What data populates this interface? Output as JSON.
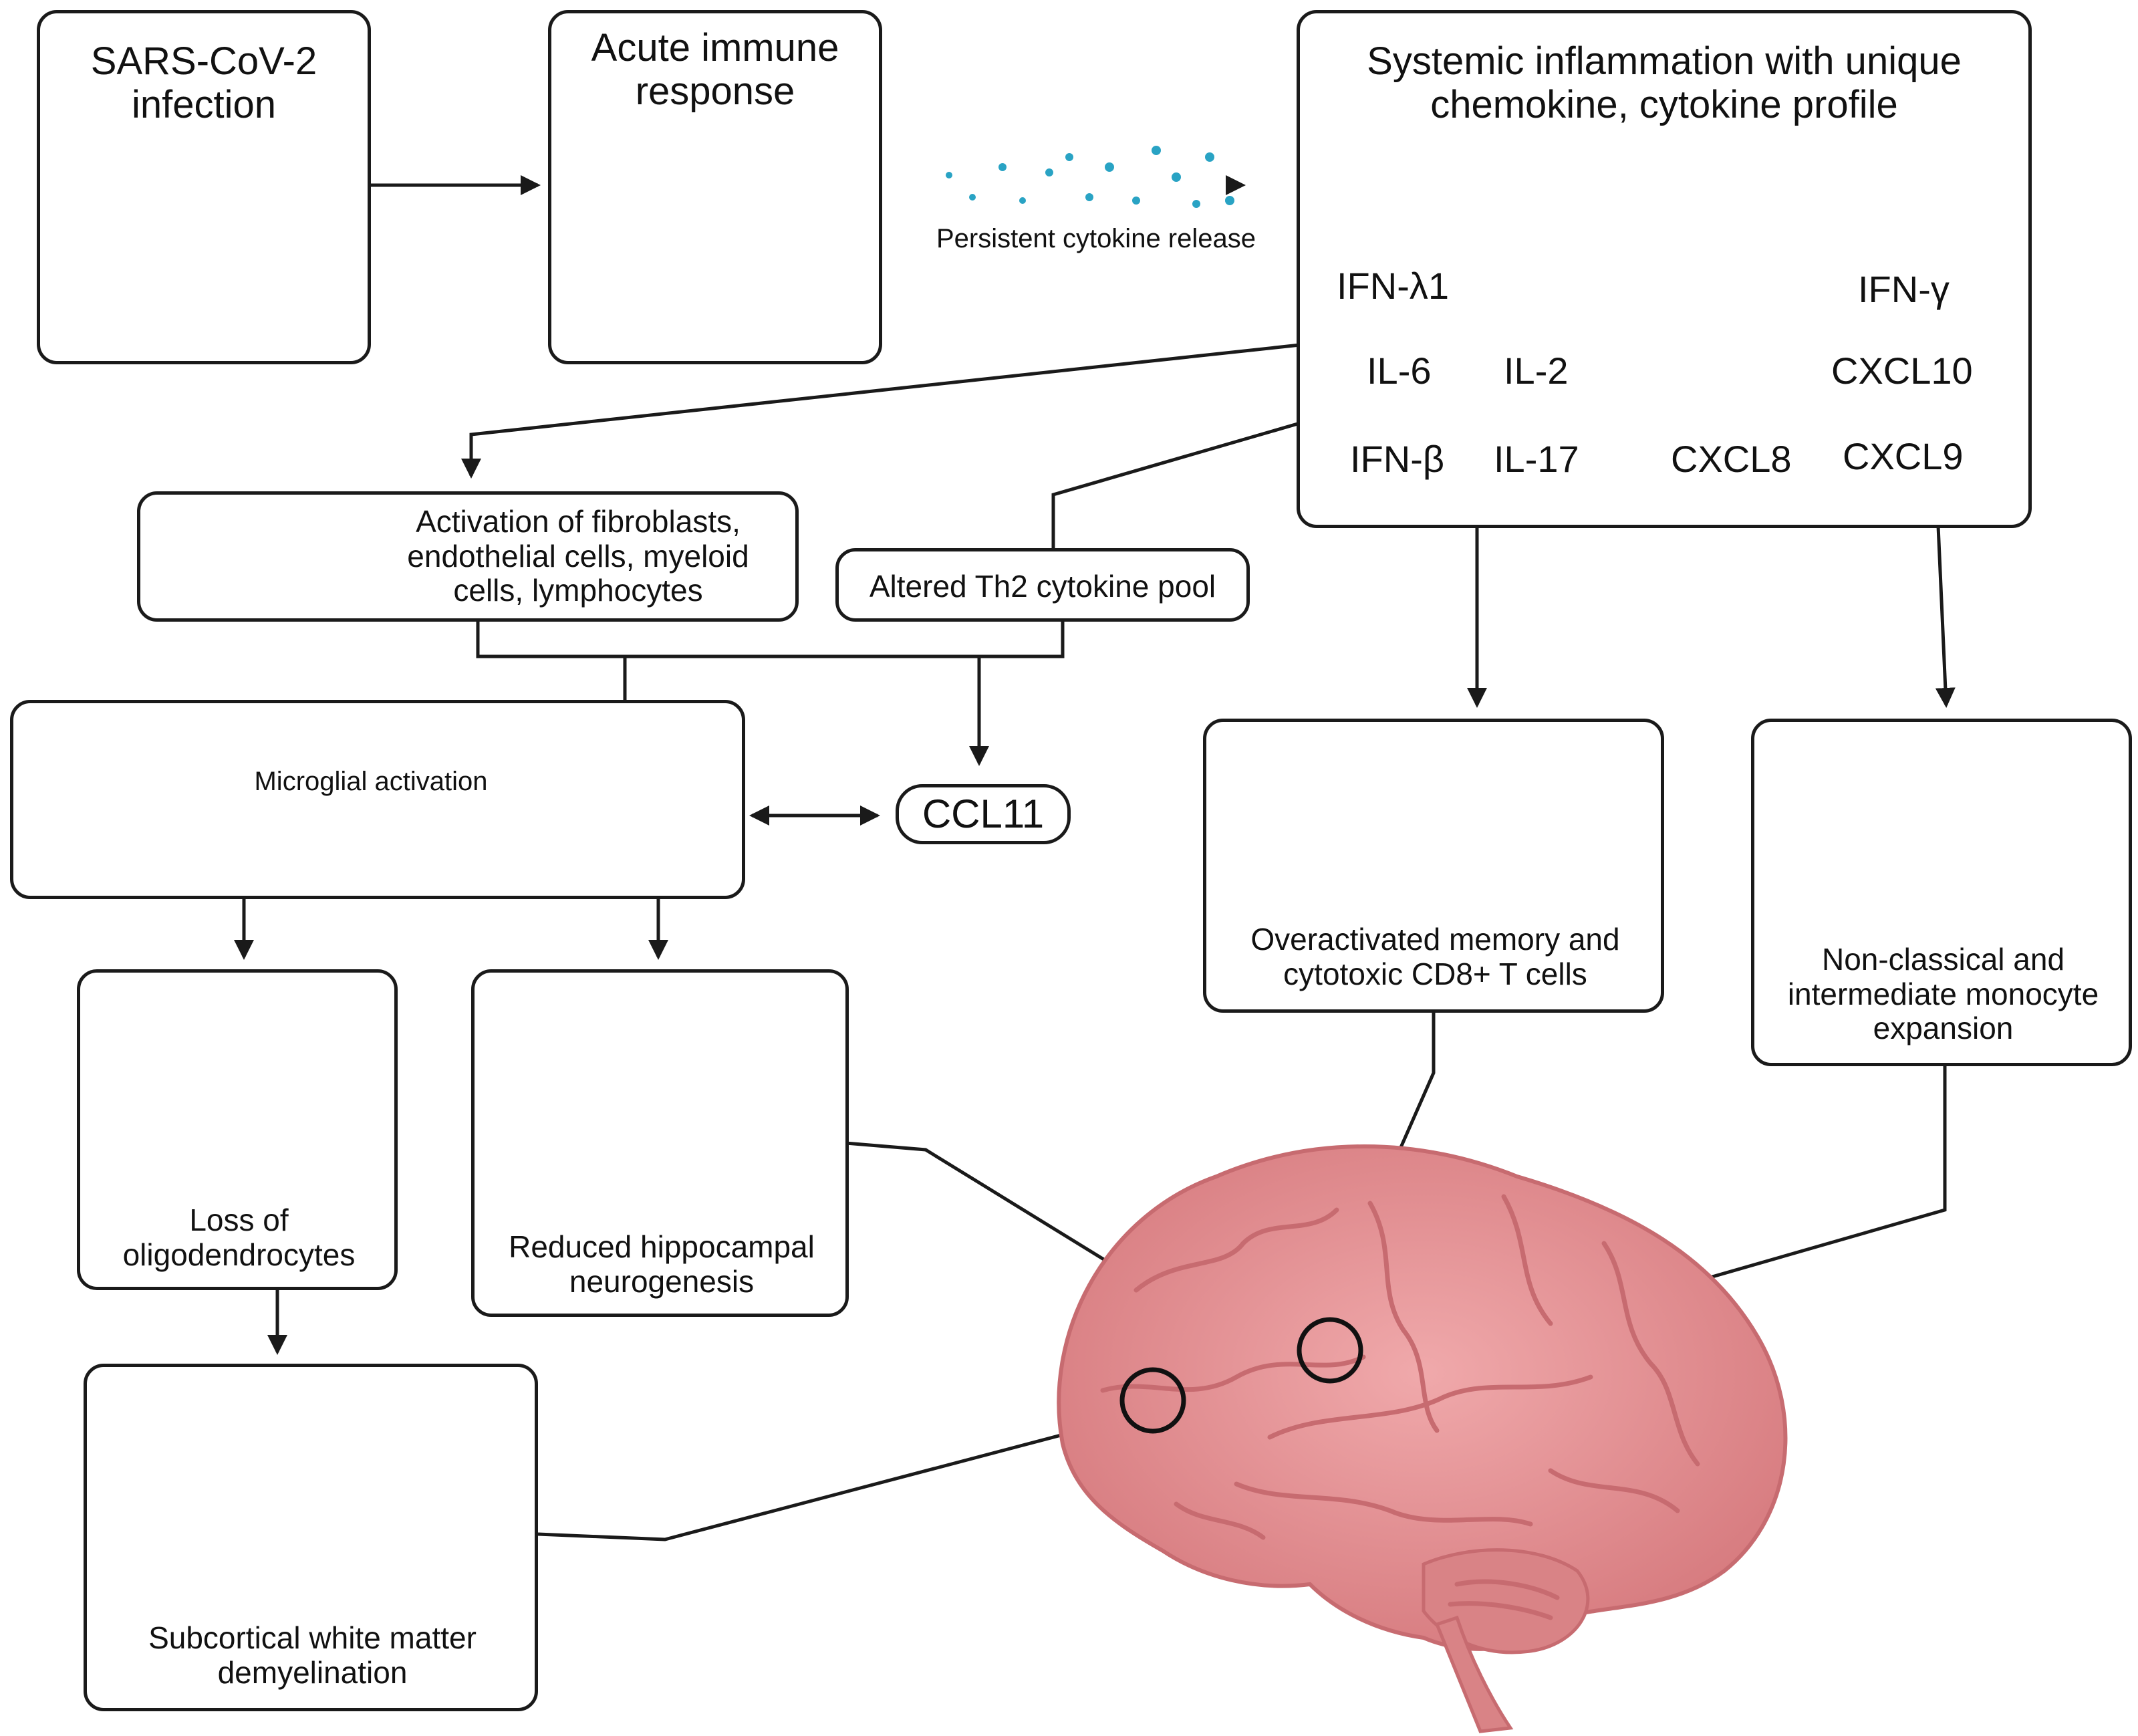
{
  "boxes": {
    "infection": "SARS-CoV-2 infection",
    "acute": "Acute immune response",
    "systemic": "Systemic inflammation with unique chemokine, cytokine profile",
    "activation": "Activation of fibroblasts, endothelial cells, myeloid cells, lymphocytes",
    "th2": "Altered Th2 cytokine pool",
    "microglia": "Microglial activation",
    "ccl11": "CCL11",
    "tcells": "Overactivated memory and cytotoxic CD8+ T cells",
    "monocyte": "Non-classical and intermediate monocyte expansion",
    "oligo": "Loss of oligodendrocytes",
    "hippo": "Reduced hippocampal neurogenesis",
    "whitematter": "Subcortical white matter demyelination"
  },
  "arrows": {
    "persistent": "Persistent cytokine release"
  },
  "cytokines": {
    "ifn_l1": "IFN-λ1",
    "ifn_g": "IFN-γ",
    "il6": "IL-6",
    "il2": "IL-2",
    "cxcl10": "CXCL10",
    "ifn_b": "IFN-β",
    "il17": "IL-17",
    "cxcl8": "CXCL8",
    "cxcl9": "CXCL9"
  },
  "colors": {
    "line": "#1a1a1a",
    "virus_blue": "#2f5fb3",
    "neutrophil_pink": "#f4a3c2",
    "fibroblast": "#c9a99a",
    "microglia_orange": "#f6b25c",
    "dendritic_purple": "#a8b4e8",
    "tcell_green": "#5fbf86",
    "monocyte_purple": "#c39ae0",
    "oligo_green": "#2e9a5c",
    "hippocampus_blue": "#2a4f8f",
    "brain_pink": "#e88f92",
    "spiral_teal": "#1a8c7e",
    "spiral_red": "#e04a56",
    "spiral_blue": "#1d5c96"
  }
}
